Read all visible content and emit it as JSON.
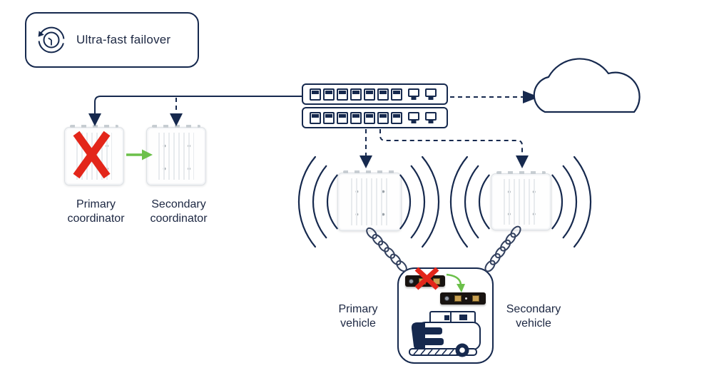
{
  "badge": {
    "label": "Ultra-fast failover",
    "icon": "failover-clock-icon"
  },
  "coordinators": {
    "primary": {
      "label": "Primary\ncoordinator",
      "status": "failed",
      "status_icon": "failure-x-icon"
    },
    "secondary": {
      "label": "Secondary\ncoordinator",
      "status": "active"
    }
  },
  "vehicles": {
    "primary": {
      "label": "Primary\nvehicle"
    },
    "secondary": {
      "label": "Secondary\nvehicle"
    }
  },
  "onboard_radios": {
    "primary": {
      "status": "failed",
      "status_icon": "failure-x-icon"
    },
    "secondary": {
      "status": "active"
    }
  },
  "network": {
    "switches": 2,
    "ports_per_switch": 7,
    "uplink_icons_per_switch": 2,
    "cloud": "wan-cloud",
    "access_points": 2
  },
  "icons": {
    "failover": "failover-clock-icon",
    "failure": "failure-x-icon",
    "failover_transfer": "green-failover-arrow-icon",
    "wireless": "wifi-waves-icon",
    "cloud": "cloud-icon",
    "vehicle": "agv-vehicle-icon"
  },
  "colors": {
    "line": "#16294e",
    "text": "#1c2742",
    "failure_red": "#e3261a",
    "failover_green": "#6cc04a"
  }
}
